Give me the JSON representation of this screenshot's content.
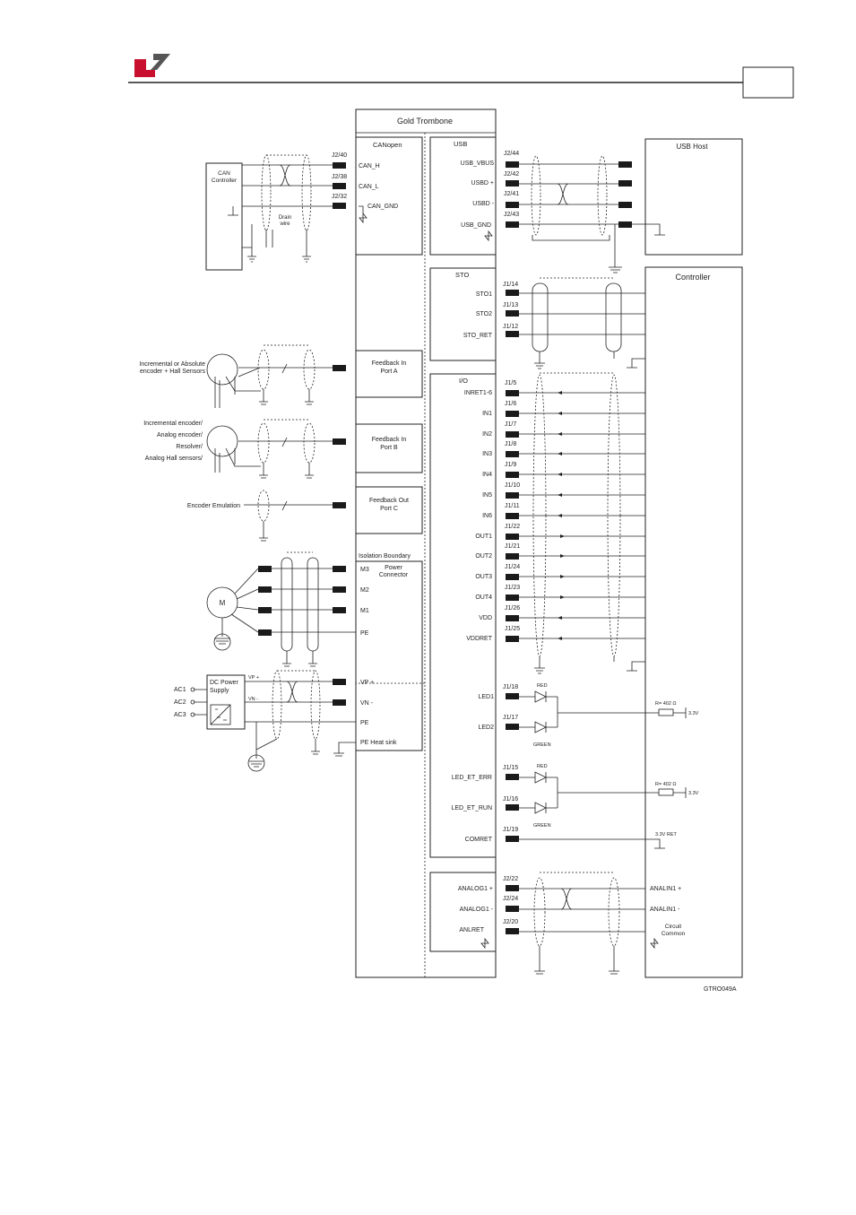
{
  "header": {
    "logo_colors": {
      "red": "#c8102e",
      "grey": "#555555"
    },
    "page_number": ""
  },
  "figure_code": "GTRO049A",
  "main": {
    "title": "Gold Trombone",
    "canopen": {
      "title": "CANopen",
      "pins": [
        "CAN_H",
        "CAN_L",
        "CAN_GND"
      ],
      "connectors": [
        "J2/40",
        "J2/38",
        "J2/32"
      ]
    },
    "usb": {
      "title": "USB",
      "pins": [
        "USB_VBUS",
        "USBD +",
        "USBD -",
        "USB_GND"
      ],
      "connectors": [
        "J2/44",
        "J2/42",
        "J2/41",
        "J2/43"
      ]
    },
    "sto": {
      "title": "STO",
      "pins": [
        "STO1",
        "STO2",
        "STO_RET"
      ],
      "connectors": [
        "J1/14",
        "J1/13",
        "J1/12"
      ]
    },
    "io": {
      "title": "I/O",
      "pins": [
        "INRET1-6",
        "IN1",
        "IN2",
        "IN3",
        "IN4",
        "IN5",
        "IN6",
        "OUT1",
        "OUT2",
        "OUT3",
        "OUT4",
        "VDD",
        "VDDRET"
      ],
      "connectors": [
        "J1/5",
        "J1/6",
        "J1/7",
        "J1/8",
        "J1/9",
        "J1/10",
        "J1/11",
        "J1/22",
        "J1/21",
        "J1/24",
        "J1/23",
        "J1/26",
        "J1/25"
      ],
      "led_pins": [
        "LED1",
        "LED2",
        "LED_ET_ERR",
        "LED_ET_RUN",
        "COMRET"
      ],
      "led_connectors": [
        "J1/18",
        "J1/17",
        "J1/15",
        "J1/16",
        "J1/19"
      ]
    },
    "analog": {
      "pins": [
        "ANALOG1 +",
        "ANALOG1 -",
        "ANLRET"
      ],
      "connectors": [
        "J2/22",
        "J2/24",
        "J2/20"
      ]
    },
    "feedback_a": [
      "Feedback In",
      "Port A"
    ],
    "feedback_b": [
      "Feedback In",
      "Port B"
    ],
    "feedback_c": [
      "Feedback Out",
      "Port C"
    ],
    "isolation": "Isolation Boundary",
    "power": {
      "title": [
        "Power",
        "Connector"
      ],
      "pins": [
        "M3",
        "M2",
        "M1",
        "PE",
        "VP +",
        "VN -",
        "PE"
      ],
      "heatsink": "PE  Heat sink"
    }
  },
  "external": {
    "can_controller": [
      "CAN",
      "Controller"
    ],
    "drain_wire": [
      "Drain",
      "wire"
    ],
    "usb_host": "USB Host",
    "controller": "Controller",
    "encoder_a": [
      "Incremental or Absolute",
      "encoder + Hall Sensors"
    ],
    "encoder_b": [
      "Incremental encoder/",
      "Analog encoder/",
      "Resolver/",
      "Analog Hall sensors/"
    ],
    "encoder_emulation": "Encoder Emulation",
    "motor": "M",
    "dc_supply": [
      "DC Power",
      "Supply"
    ],
    "vp_label": "VP +",
    "vn_label": "VN -",
    "ac_inputs": [
      "AC1",
      "AC2",
      "AC3"
    ],
    "led_colors": [
      "RED",
      "GREEN",
      "RED",
      "GREEN"
    ],
    "resistor": "R= 402 Ω",
    "v33": "3.3V",
    "v33_ret": "3.3V RET",
    "analin": [
      "ANALIN1 +",
      "ANALIN1 -"
    ],
    "circuit_common": [
      "Circuit",
      "Common"
    ]
  }
}
